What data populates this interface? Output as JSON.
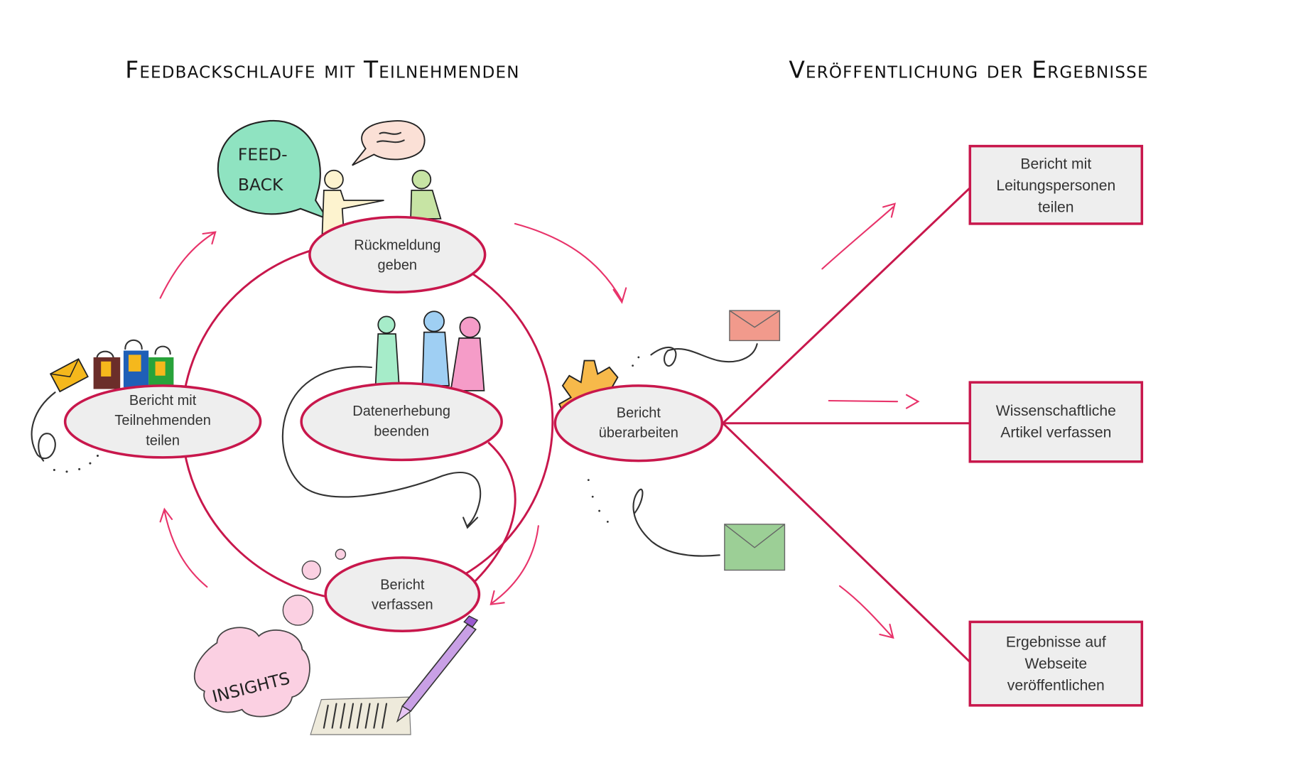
{
  "titles": {
    "left": "Feedbackschlaufe mit Teilnehmenden",
    "right": "Veröffentlichung der Ergebnisse"
  },
  "loop_nodes": [
    {
      "id": "rueckmeldung",
      "lines": [
        "Rückmeldung",
        "geben"
      ]
    },
    {
      "id": "bericht-teilen",
      "lines": [
        "Bericht mit",
        "Teilnehmenden",
        "teilen"
      ]
    },
    {
      "id": "datenerhebung",
      "lines": [
        "Datenerhebung",
        "beenden"
      ]
    },
    {
      "id": "bericht-ueberarbeiten",
      "lines": [
        "Bericht",
        "überarbeiten"
      ]
    },
    {
      "id": "bericht-verfassen",
      "lines": [
        "Bericht",
        "verfassen"
      ]
    }
  ],
  "output_boxes": [
    {
      "id": "leitungspersonen",
      "lines": [
        "Bericht mit",
        "Leitungspersonen",
        "teilen"
      ]
    },
    {
      "id": "wissenschaft",
      "lines": [
        "Wissenschaftliche",
        "Artikel verfassen"
      ]
    },
    {
      "id": "webseite",
      "lines": [
        "Ergebnisse auf",
        "Webseite",
        "veröffentlichen"
      ]
    }
  ],
  "doodles": {
    "feedback_bubble": [
      "FEED-",
      "BACK"
    ],
    "insights_cloud": "INSIGHTS"
  },
  "colors": {
    "accent": "#c8174c",
    "arrow": "#e8336a",
    "node_fill": "#eeeeee",
    "feedback_green": "#8fe3c1",
    "insight_pink": "#fbd0e2",
    "gear": "#f7b94a",
    "envelope_yellow": "#f5b81c",
    "envelope_red": "#f19a8c",
    "envelope_green": "#9ccf96",
    "pencil": "#c9a0e6"
  }
}
